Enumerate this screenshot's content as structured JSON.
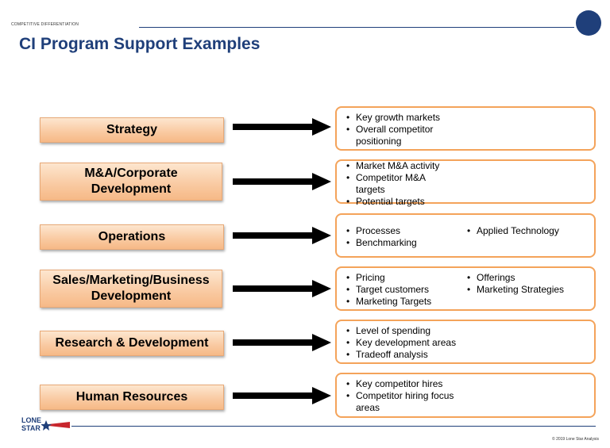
{
  "header": {
    "section_label": "COMPETITIVE DIFFERENTIATION",
    "title": "CI Program Support Examples"
  },
  "colors": {
    "brand_navy": "#1f3f7a",
    "box_orange": "#f4a35a",
    "category_fill": "#f9c9a0"
  },
  "rows": [
    {
      "category": "Strategy",
      "col1": [
        "Key growth markets",
        "Overall competitor positioning"
      ],
      "col2": []
    },
    {
      "category": "M&A/Corporate Development",
      "col1": [
        "Market M&A activity",
        "Competitor M&A targets",
        "Potential targets"
      ],
      "col2": []
    },
    {
      "category": "Operations",
      "col1": [
        "Processes",
        "Benchmarking"
      ],
      "col2": [
        "Applied Technology"
      ]
    },
    {
      "category": "Sales/Marketing/Business Development",
      "col1": [
        "Pricing",
        "Target customers",
        "Marketing Targets"
      ],
      "col2": [
        "Offerings",
        "Marketing Strategies"
      ]
    },
    {
      "category": "Research & Development",
      "col1": [
        "Level of spending",
        "Key development areas",
        "Tradeoff analysis"
      ],
      "col2": []
    },
    {
      "category": "Human Resources",
      "col1": [
        "Key competitor hires",
        "Competitor hiring focus areas"
      ],
      "col2": []
    }
  ],
  "footer": {
    "logo_line1": "LONE",
    "logo_line2": "STAR",
    "copyright": "© 2019 Lone Star Analysis"
  }
}
